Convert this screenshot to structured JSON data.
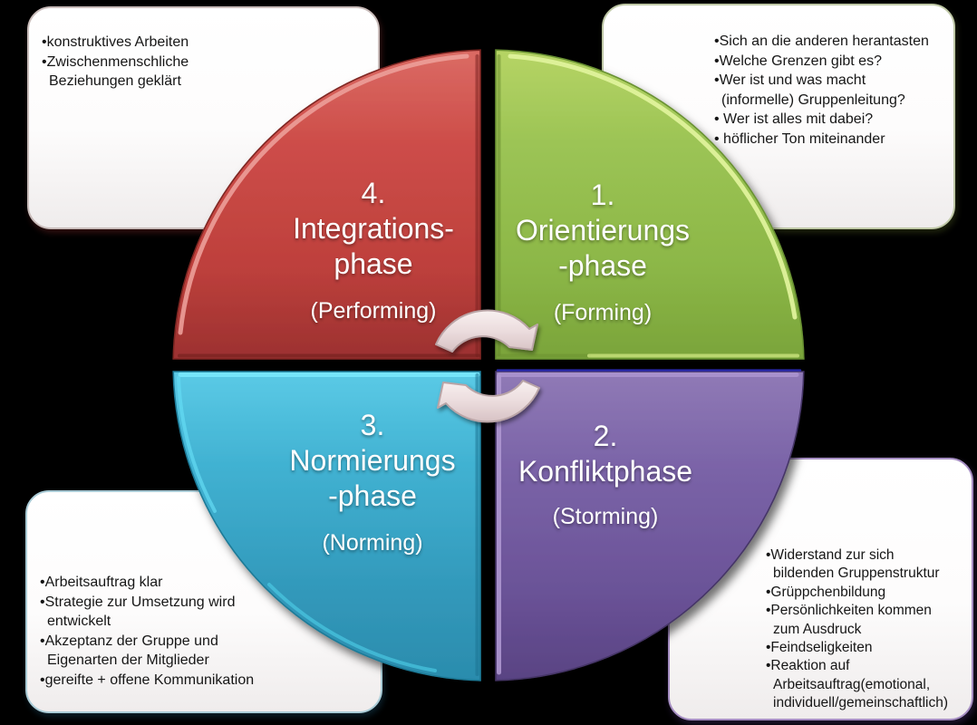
{
  "background_color": "#000000",
  "diagram": {
    "type": "cycle",
    "quadrants": {
      "top_right": {
        "order": "1.",
        "title": "1.\nOrientierungs\n-phase",
        "subtitle": "(Forming)",
        "color": "#93BE4D"
      },
      "bottom_right": {
        "order": "2.",
        "title": "2.\nKonfliktphase",
        "subtitle": "(Storming)",
        "color": "#6F579E"
      },
      "bottom_left": {
        "order": "3.",
        "title": "3.\nNormierungs\n-phase",
        "subtitle": "(Norming)",
        "color": "#35A3C6"
      },
      "top_left": {
        "order": "4.",
        "title": "4.\nIntegrations-\nphase",
        "subtitle": "(Performing)",
        "color": "#C94541"
      }
    },
    "center_arrows": {
      "icon": "cycle-rotation-arrows",
      "fill": "#EADADA"
    }
  },
  "callouts": {
    "top_left": {
      "items": [
        "•konstruktives Arbeiten",
        "•Zwischenmenschliche\nBeziehungen geklärt"
      ]
    },
    "top_right": {
      "items": [
        "•Sich an die anderen herantasten",
        "•Welche  Grenzen gibt es?",
        "•Wer ist und was macht\n(informelle) Gruppenleitung?",
        "• Wer ist alles mit dabei?",
        "• höflicher Ton miteinander"
      ]
    },
    "bottom_left": {
      "items": [
        "•Arbeitsauftrag klar",
        "•Strategie zur Umsetzung wird\nentwickelt",
        "•Akzeptanz der Gruppe und\nEigenarten der Mitglieder",
        "•gereifte + offene Kommunikation"
      ]
    },
    "bottom_right": {
      "items": [
        "•Widerstand zur sich\nbildenden Gruppenstruktur",
        "•Grüppchenbildung",
        "•Persönlichkeiten kommen\nzum Ausdruck",
        "•Feindseligkeiten",
        "•Reaktion auf\nArbeitsauftrag(emotional,\nindividuell/gemeinschaftlich)"
      ]
    }
  }
}
